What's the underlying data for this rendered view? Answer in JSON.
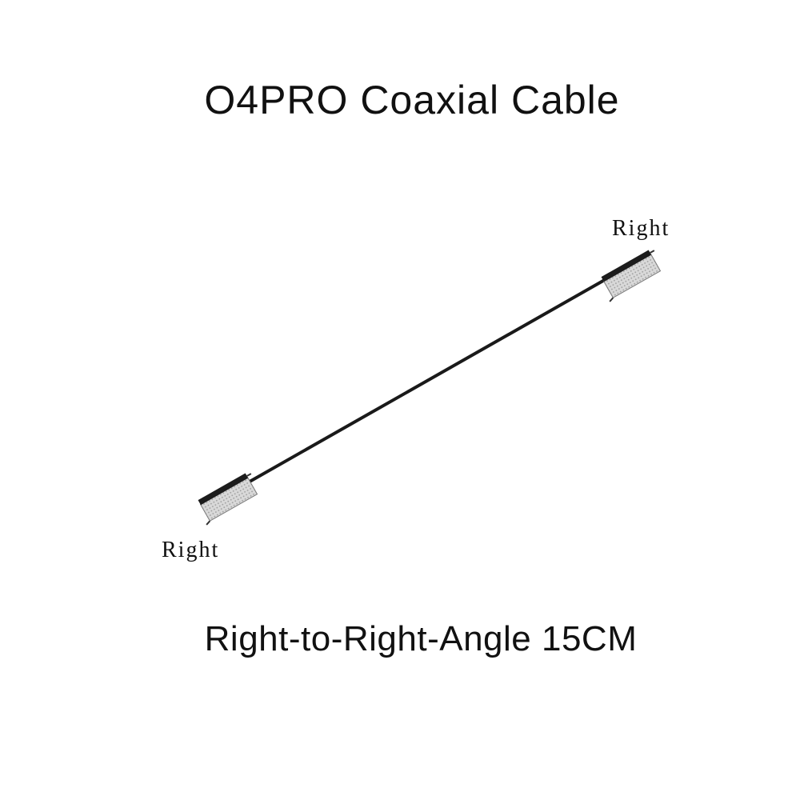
{
  "header": {
    "title": "O4PRO Coaxial Cable"
  },
  "figure": {
    "top_connector_label": "Right",
    "bottom_connector_label": "Right",
    "cable_color": "#1a1a1a",
    "connector_body_color": "#d9d9d9",
    "connector_band_color": "#1c1c1c"
  },
  "footer": {
    "caption": "Right-to-Right-Angle 15CM"
  }
}
